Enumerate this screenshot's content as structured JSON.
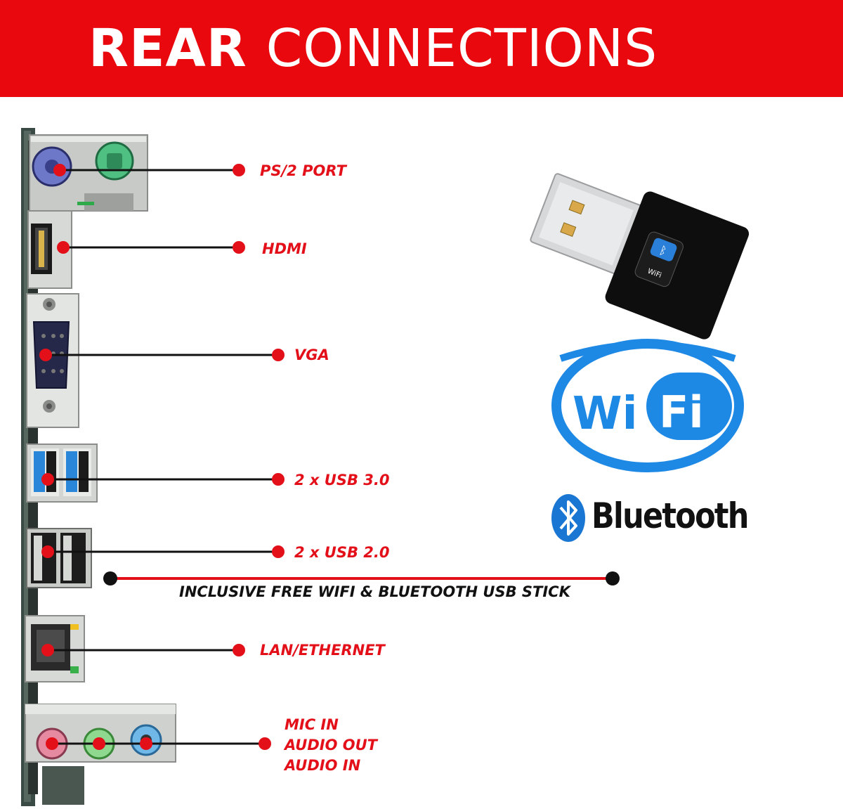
{
  "header": {
    "title_bold": "REAR",
    "title_regular": "CONNECTIONS"
  },
  "ports": {
    "ps2": "PS/2 PORT",
    "hdmi": "HDMI",
    "vga": "VGA",
    "usb3": "2 x USB 3.0",
    "usb2": "2 x USB 2.0",
    "lan": "LAN/ETHERNET"
  },
  "audio": {
    "mic_in": "MIC IN",
    "audio_out": "AUDIO OUT",
    "audio_in": "AUDIO IN"
  },
  "accessory": {
    "caption": "INCLUSIVE FREE WIFI & BLUETOOTH USB STICK"
  },
  "logos": {
    "wifi_left": "Wi",
    "wifi_right": "Fi",
    "bluetooth": "Bluetooth",
    "dongle_badge": "WiFi"
  },
  "colors": {
    "accent_red": "#e8080e",
    "label_red": "#e3101a",
    "wifi_blue": "#1e88e5",
    "bluetooth_blue": "#1976d2"
  }
}
